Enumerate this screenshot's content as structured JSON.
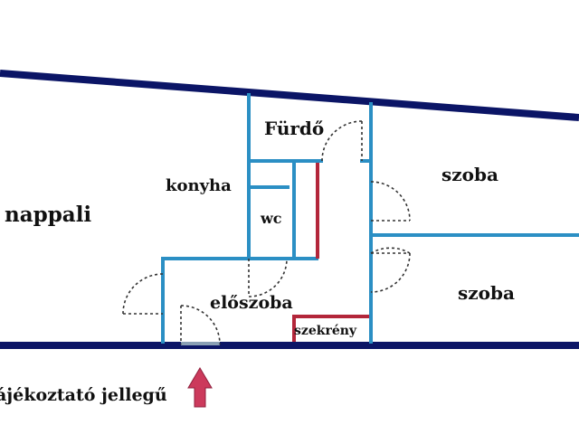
{
  "rooms": {
    "nappali": "nappali",
    "furdo": "Fürdő",
    "konyha": "konyha",
    "wc": "wc",
    "szoba_upper": "szoba",
    "szoba_lower": "szoba",
    "eloszoba": "előszoba",
    "szekreny": "szekrény"
  },
  "footer": {
    "caption": "ájékoztató jellegű"
  },
  "colors": {
    "outer_wall": "#0b1566",
    "inner_wall": "#2b8fc4",
    "cabinet": "#b3263a",
    "entrance_arrow": "#cc3a5c",
    "door": "#333333"
  },
  "icons": {
    "entrance": "entrance-arrow-icon",
    "door": "door-swing-icon"
  }
}
